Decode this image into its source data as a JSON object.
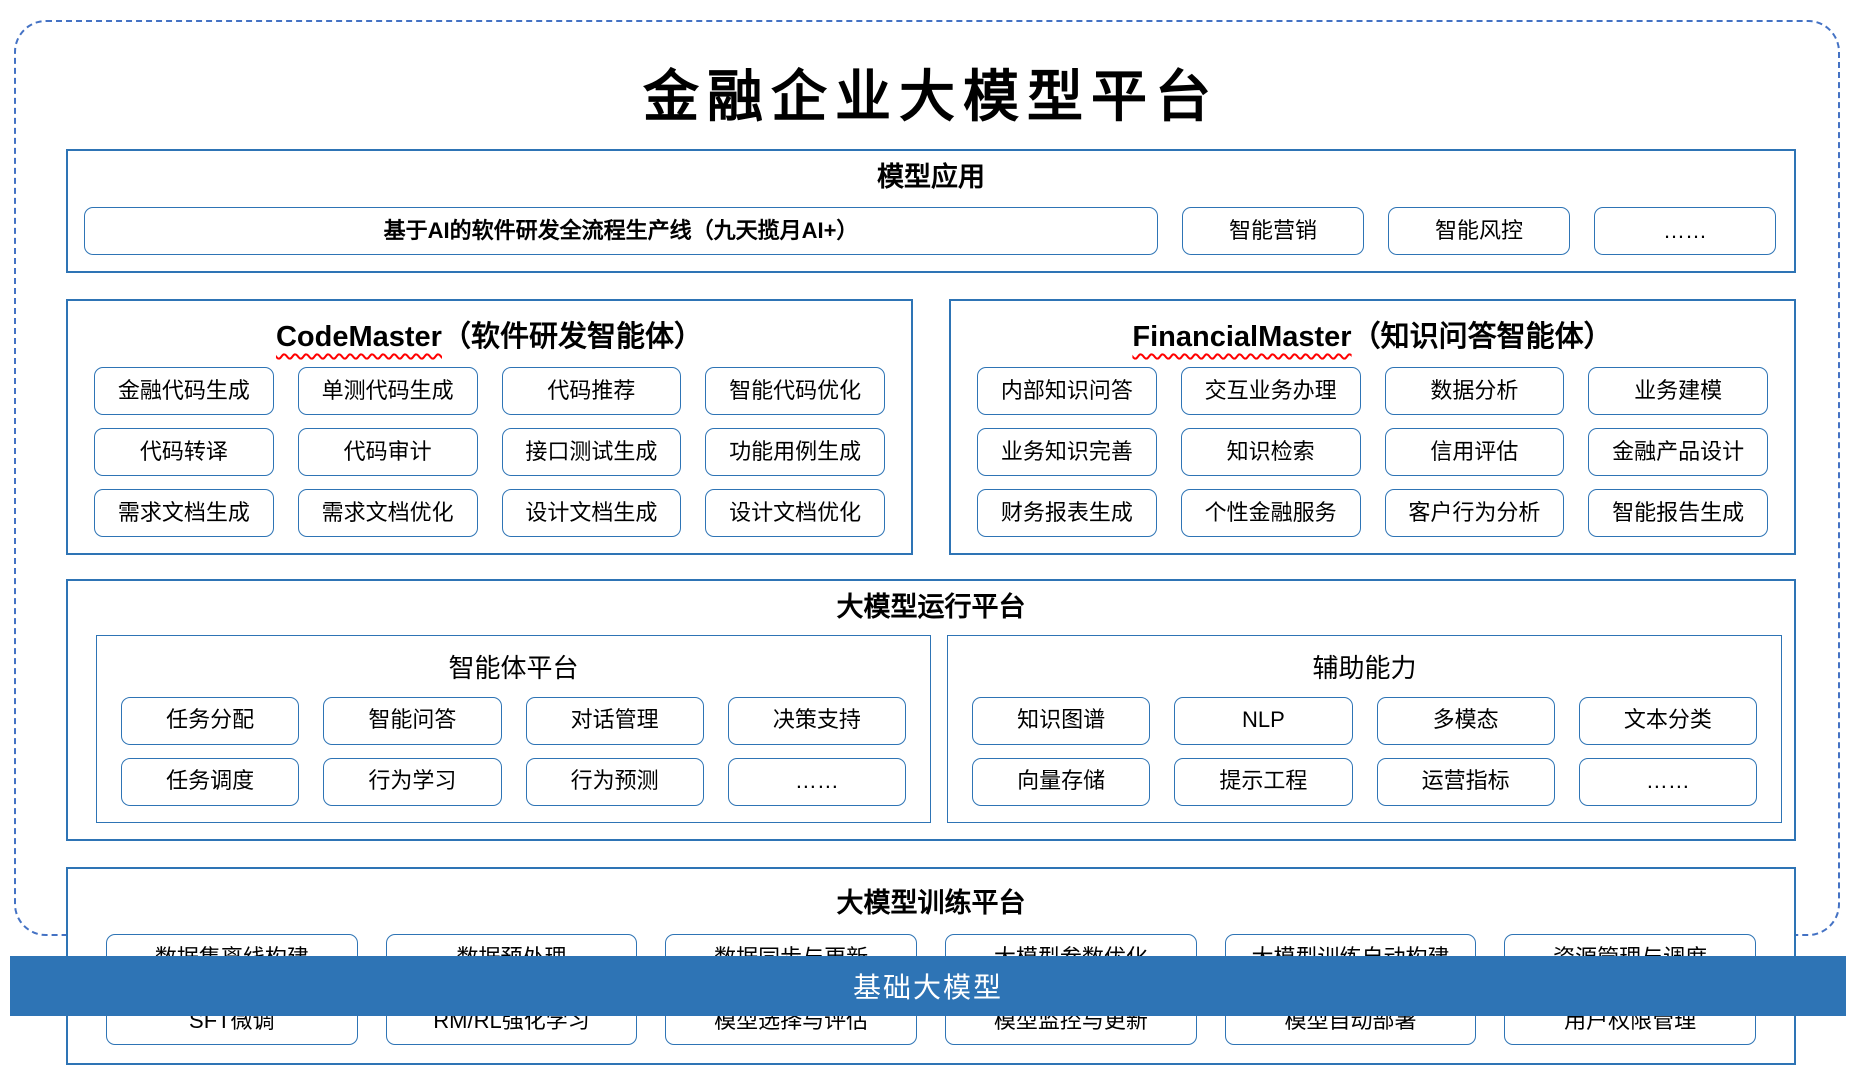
{
  "colors": {
    "section_border": "#2E74B5",
    "dashed_border": "#4472C4",
    "bar_background": "#2E74B5",
    "bar_text": "#FFFFFF",
    "wavy_underline": "#FF0000"
  },
  "title": "金融企业大模型平台",
  "model_applications": {
    "header": "模型应用",
    "main_item": "基于AI的软件研发全流程生产线（九天揽月AI+）",
    "items": [
      "智能营销",
      "智能风控",
      "……"
    ]
  },
  "codemaster": {
    "name": "CodeMaster",
    "subtitle": "（软件研发智能体）",
    "items": [
      "金融代码生成",
      "单测代码生成",
      "代码推荐",
      "智能代码优化",
      "代码转译",
      "代码审计",
      "接口测试生成",
      "功能用例生成",
      "需求文档生成",
      "需求文档优化",
      "设计文档生成",
      "设计文档优化"
    ]
  },
  "financialmaster": {
    "name": "FinancialMaster",
    "subtitle": "（知识问答智能体）",
    "items": [
      "内部知识问答",
      "交互业务办理",
      "数据分析",
      "业务建模",
      "业务知识完善",
      "知识检索",
      "信用评估",
      "金融产品设计",
      "财务报表生成",
      "个性金融服务",
      "客户行为分析",
      "智能报告生成"
    ]
  },
  "runtime_platform": {
    "header": "大模型运行平台",
    "agent_platform": {
      "header": "智能体平台",
      "items": [
        "任务分配",
        "智能问答",
        "对话管理",
        "决策支持",
        "任务调度",
        "行为学习",
        "行为预测",
        "……"
      ]
    },
    "auxiliary": {
      "header": "辅助能力",
      "items": [
        "知识图谱",
        "NLP",
        "多模态",
        "文本分类",
        "向量存储",
        "提示工程",
        "运营指标",
        "……"
      ]
    }
  },
  "training_platform": {
    "header": "大模型训练平台",
    "items": [
      "数据集离线构建",
      "数据预处理",
      "数据同步与更新",
      "大模型参数优化",
      "大模型训练自动构建",
      "资源管理与调度",
      "SFT微调",
      "RM/RL强化学习",
      "模型选择与评估",
      "模型监控与更新",
      "模型自动部署",
      "用户权限管理"
    ]
  },
  "foundation_model": {
    "label": "基础大模型"
  }
}
